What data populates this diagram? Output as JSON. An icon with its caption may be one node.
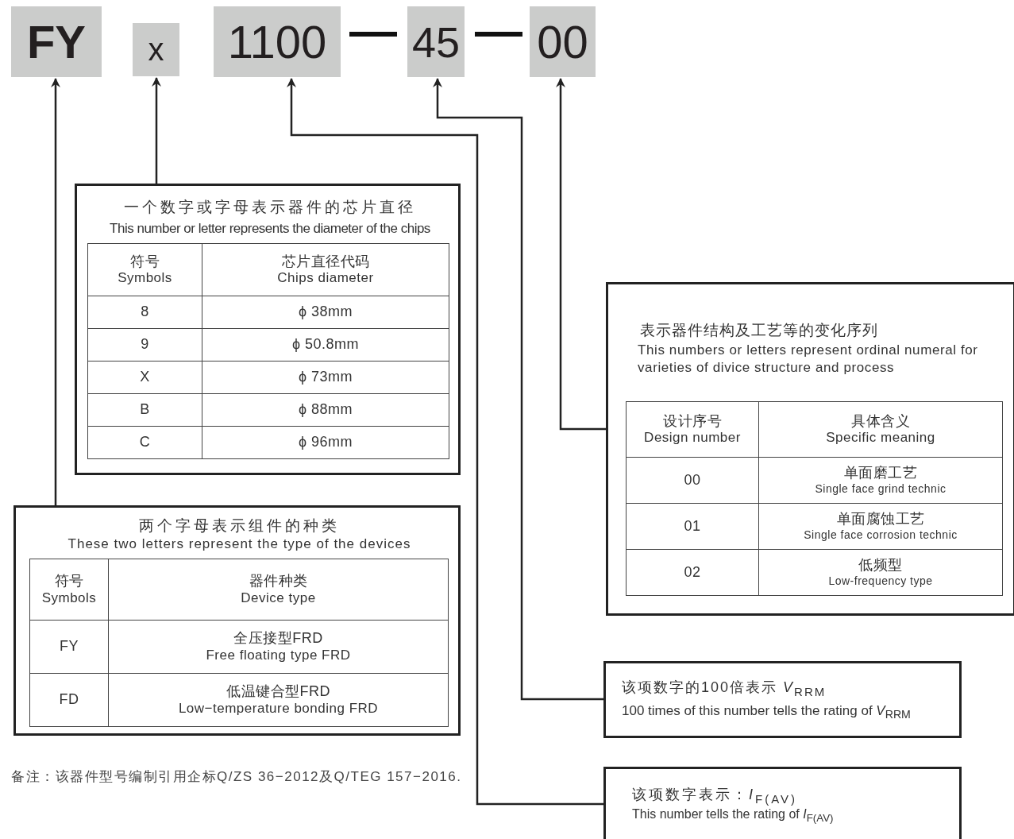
{
  "diagram": {
    "nodes": [
      {
        "text": [
          "FY"
        ]
      },
      {
        "text": [
          "x"
        ]
      },
      {
        "text": [
          "1100"
        ]
      },
      {
        "text": [
          "45"
        ]
      },
      {
        "text": [
          "00"
        ]
      },
      {
        "text": [
          "一个数字或字母表示器件的芯片直径",
          "This number or letter represents the diameter of the chips"
        ]
      },
      {
        "text": [
          "符号",
          "Symbols"
        ],
        "in": 5
      },
      {
        "text": [
          "芯片直径代码",
          "Chips diameter"
        ],
        "in": 5
      },
      {
        "text": [
          "8"
        ],
        "in": 5
      },
      {
        "text": [
          "ϕ 38mm"
        ],
        "in": 5
      },
      {
        "text": [
          "9"
        ],
        "in": 5
      },
      {
        "text": [
          "ϕ 50.8mm"
        ],
        "in": 5
      },
      {
        "text": [
          "X"
        ],
        "in": 5
      },
      {
        "text": [
          "ϕ 73mm"
        ],
        "in": 5
      },
      {
        "text": [
          "B"
        ],
        "in": 5
      },
      {
        "text": [
          "ϕ 88mm"
        ],
        "in": 5
      },
      {
        "text": [
          "C"
        ],
        "in": 5
      },
      {
        "text": [
          "ϕ 96mm"
        ],
        "in": 5
      },
      {
        "text": [
          "表示器件结构及工艺等的变化序列",
          "This numbers or letters represent ordinal numeral for varieties of divice structure and process"
        ]
      },
      {
        "text": [
          "设计序号",
          "Design number"
        ],
        "in": 18
      },
      {
        "text": [
          "具体含义",
          "Specific meaning"
        ],
        "in": 18
      },
      {
        "text": [
          "00"
        ],
        "in": 18
      },
      {
        "text": [
          "单面磨工艺",
          "Single face grind technic"
        ],
        "in": 18
      },
      {
        "text": [
          "01"
        ],
        "in": 18
      },
      {
        "text": [
          "单面腐蚀工艺",
          "Single face corrosion technic"
        ],
        "in": 18
      },
      {
        "text": [
          "02"
        ],
        "in": 18
      },
      {
        "text": [
          "低频型",
          "Low-frequency type"
        ],
        "in": 18
      },
      {
        "text": [
          "两个字母表示组件的种类",
          "These two letters represent the type of the devices"
        ]
      },
      {
        "text": [
          "符号",
          "Symbols"
        ],
        "in": 27
      },
      {
        "text": [
          "器件种类",
          "Device type"
        ],
        "in": 27
      },
      {
        "text": [
          "FY"
        ],
        "in": 27
      },
      {
        "text": [
          "全压接型FRD",
          "Free floating type FRD"
        ],
        "in": 27
      },
      {
        "text": [
          "FD"
        ],
        "in": 27
      },
      {
        "text": [
          "低温键合型FRD",
          "Low−temperature bonding FRD"
        ],
        "in": 27
      },
      {
        "text": [
          "该项数字的100倍表示 *V*$_{RRM}$",
          "100 times of this number tells the rating of *V*$_{RRM}$"
        ]
      },
      {
        "text": [
          "该项数字表示：*I*$_{F(AV)}$",
          "This number tells the rating of *I*$_{F(AV)}$"
        ]
      }
    ],
    "edges": [
      {
        "from": 27,
        "to": 0,
        "arrow": "to"
      },
      {
        "from": 5,
        "to": 1,
        "arrow": "to"
      },
      {
        "from": 35,
        "to": 2,
        "arrow": "to"
      },
      {
        "from": 34,
        "to": 3,
        "arrow": "to"
      },
      {
        "from": 18,
        "to": 4,
        "arrow": "to"
      }
    ],
    "labels": [
      "—",
      "—",
      "备注：该器件型号编制引用企标Q/ZS 36−2012及Q/TEG 157−2016."
    ]
  }
}
